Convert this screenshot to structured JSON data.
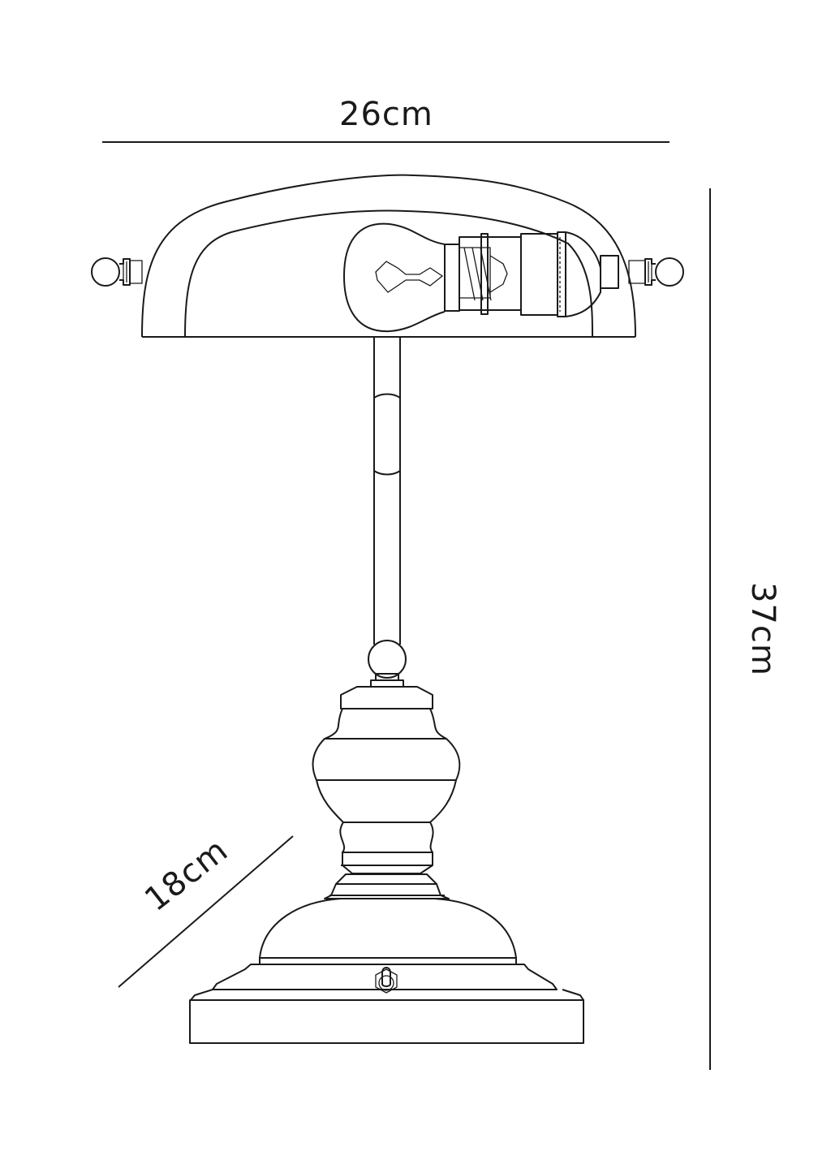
{
  "dimensions": {
    "width_label": "26cm",
    "height_label": "37cm",
    "depth_label": "18cm"
  },
  "colors": {
    "line": "#1a1a1a",
    "background": "#ffffff"
  }
}
